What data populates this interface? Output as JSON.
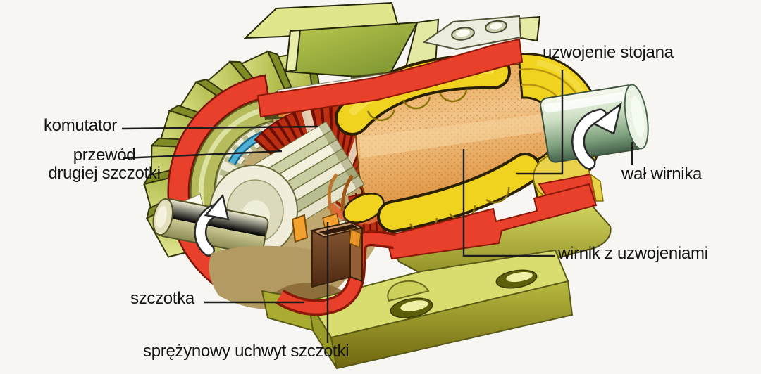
{
  "figure": {
    "type": "cutaway-technical-illustration",
    "subject": "Silnik elektryczny — przekrój (electric motor cutaway)",
    "language": "Polish",
    "background_color": "#f7f6f2"
  },
  "labels": {
    "uzwojenie_stojana": "uzwojenie stojana",
    "komutator": "komutator",
    "przewod_line1": "przewód",
    "przewod_line2": "drugiej szczotki",
    "wal_wirnika": "wał wirnika",
    "wirnik_z_uzwojeniami": "wirnik z uzwojeniami",
    "szczotka": "szczotka",
    "sprezynowy_uchwyt_szczotki": "sprężynowy uchwyt szczotki"
  },
  "palette": {
    "casing_red": "#e8402a",
    "casing_red_dark": "#8a1808",
    "housing_olive": "#c9cd58",
    "fin_green_light": "#dde38a",
    "fin_green_dark": "#7f8c26",
    "winding_yellow": "#f0d31e",
    "rotor_orange": "#ecba76",
    "rotor_orange_dark": "#dd8f3a",
    "armature_red": "#bc2e12",
    "commutator_cream": "#f2f0dc",
    "wire_blue": "#4fb0d6",
    "shaft_metal_green": "#7fa17e",
    "brush_brown": "#7c4c2a",
    "spring_orange": "#f2a02e",
    "leader_line": "#1c1c1c",
    "label_text": "#141414"
  }
}
